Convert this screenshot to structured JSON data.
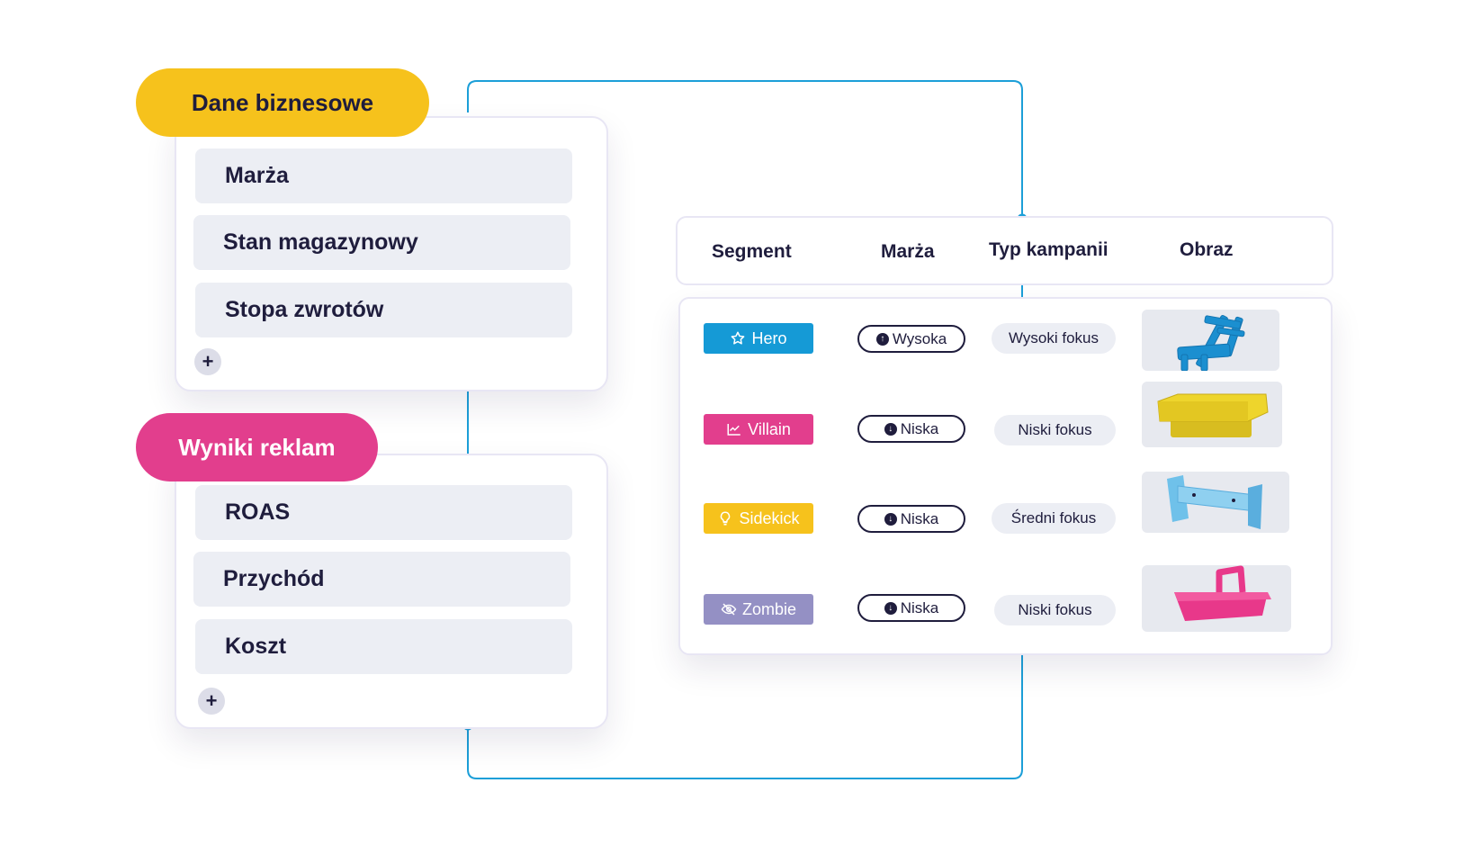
{
  "business_card": {
    "title": "Dane biznesowe",
    "fields": [
      "Marża",
      "Stan magazynowy",
      "Stopa zwrotów"
    ],
    "add_label": "+"
  },
  "ads_card": {
    "title": "Wyniki reklam",
    "fields": [
      "ROAS",
      "Przychód",
      "Koszt"
    ],
    "add_label": "+"
  },
  "table": {
    "headers": [
      "Segment",
      "Marża",
      "Typ kampanii",
      "Obraz"
    ],
    "rows": [
      {
        "segment": "Hero",
        "segment_icon": "star-icon",
        "segment_color": "#159ad6",
        "margin": "Wysoka",
        "margin_icon": "arrow-up-icon",
        "campaign": "Wysoki fokus",
        "image": "blue-chair"
      },
      {
        "segment": "Villain",
        "segment_icon": "chart-icon",
        "segment_color": "#e23e8d",
        "margin": "Niska",
        "margin_icon": "arrow-down-icon",
        "campaign": "Niski fokus",
        "image": "yellow-stool"
      },
      {
        "segment": "Sidekick",
        "segment_icon": "lightbulb-icon",
        "segment_color": "#f6c21c",
        "margin": "Niska",
        "margin_icon": "arrow-down-icon",
        "campaign": "Średni fokus",
        "image": "blue-shelf"
      },
      {
        "segment": "Zombie",
        "segment_icon": "eye-off-icon",
        "segment_color": "#9490c4",
        "margin": "Niska",
        "margin_icon": "arrow-down-icon",
        "campaign": "Niski fokus",
        "image": "pink-tool-box"
      }
    ]
  },
  "colors": {
    "yellow": "#f6c21c",
    "pink": "#e23e8d",
    "connector": "#1c9fd8",
    "dark_text": "#1f1d3d"
  }
}
